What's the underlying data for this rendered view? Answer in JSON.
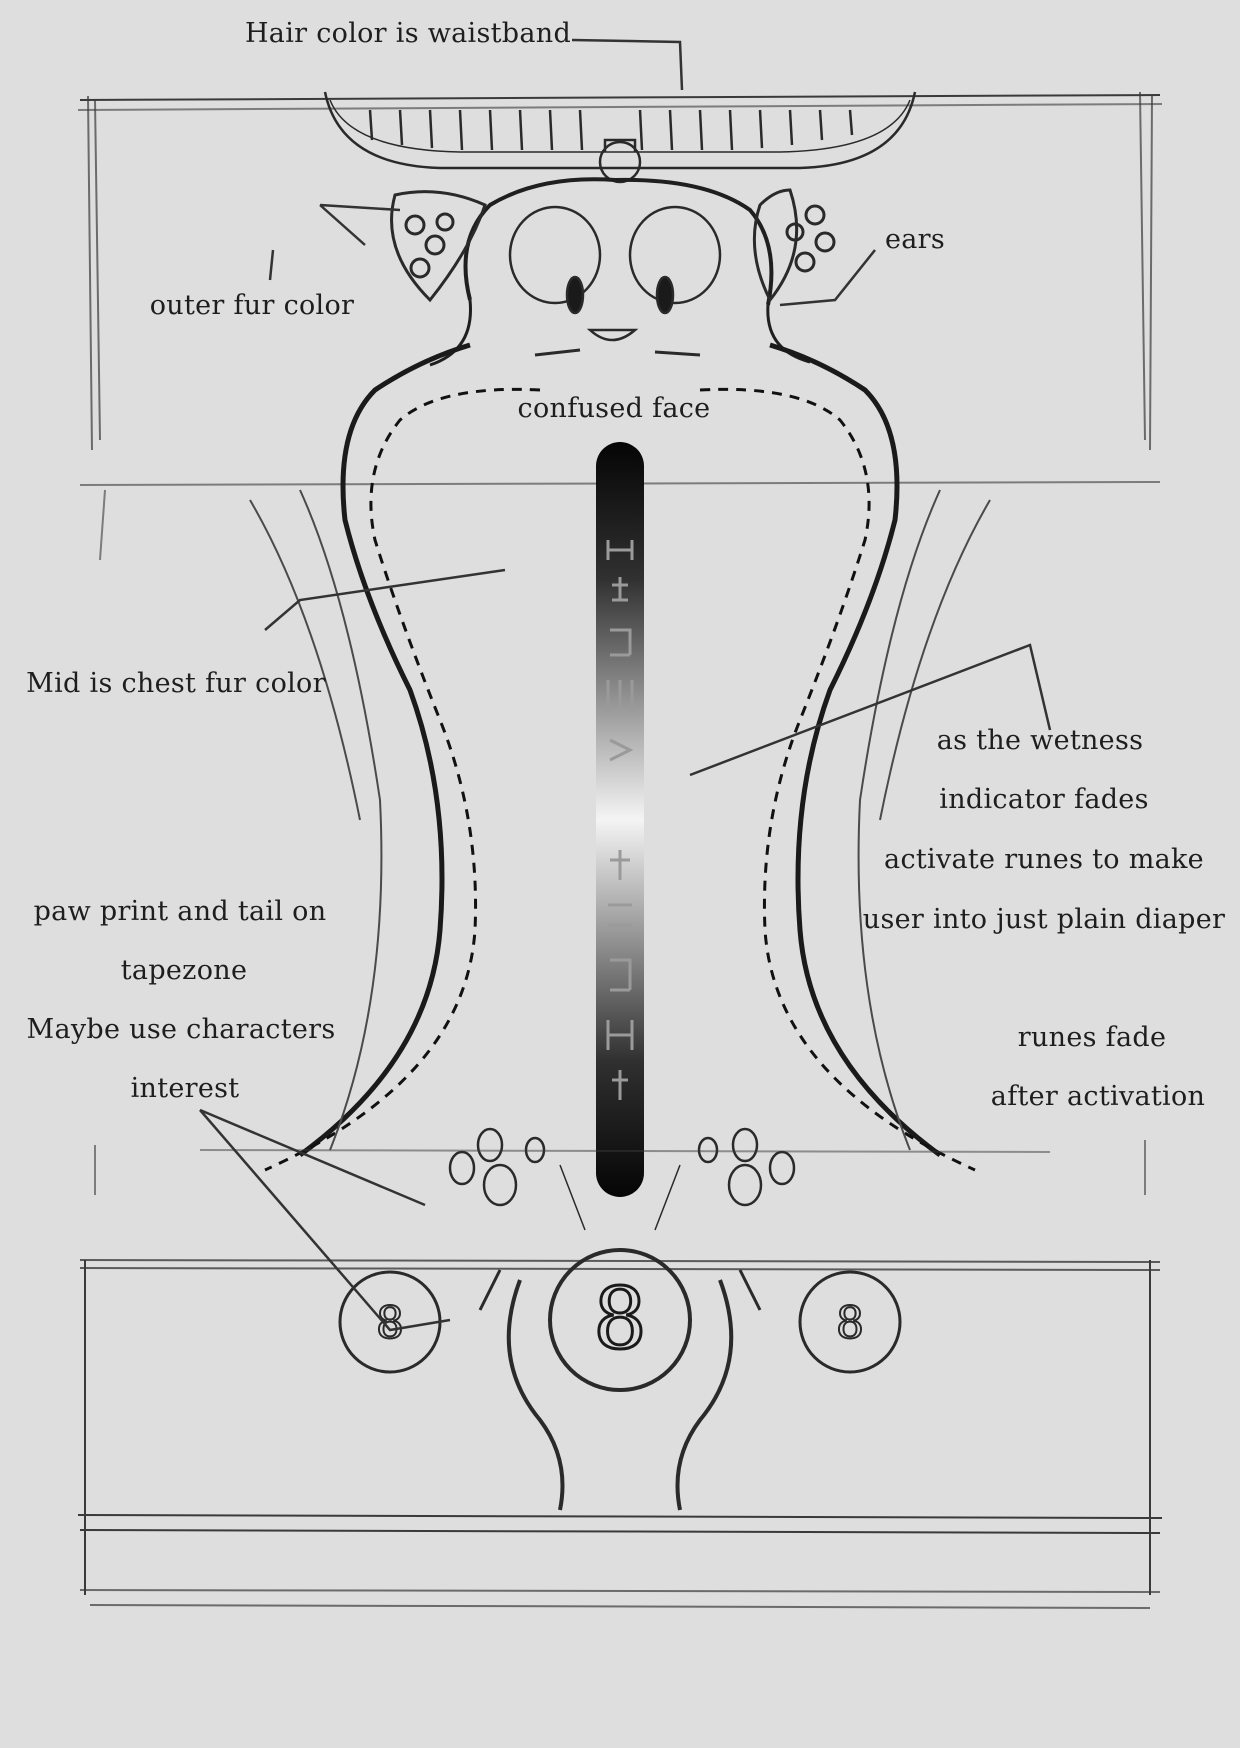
{
  "annotations": {
    "hair_color": "Hair color is waistband",
    "ears": "ears",
    "outer_fur": "outer fur color",
    "confused_face": "confused face",
    "mid_chest": "Mid is chest fur color",
    "wetness_1": "as the wetness",
    "wetness_2": "indicator fades",
    "wetness_3": "activate runes to make",
    "wetness_4": "user into just plain diaper",
    "paw_1": "paw print and tail on",
    "paw_2": "tapezone",
    "paw_3": "Maybe use characters",
    "paw_4": "interest",
    "runes_1": "runes fade",
    "runes_2": "after activation"
  },
  "wetness_indicator": {
    "fill_fraction": 1.0
  },
  "colors": {
    "background": "#dedede",
    "ink": "#2a2a2a",
    "indicator_dark": "#0a0a0a",
    "indicator_glow": "#f2f2f2"
  },
  "icons": [
    "paw-print-icon",
    "tail-badge-icon",
    "rune-glyph-icon"
  ]
}
